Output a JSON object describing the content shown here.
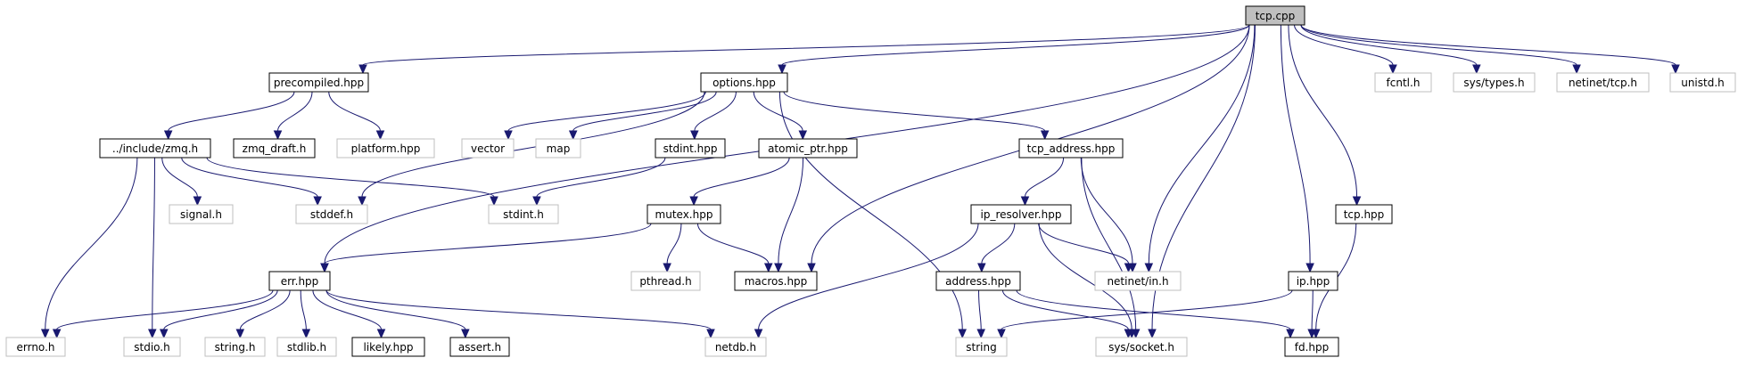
{
  "graph": {
    "root": "tcp.cpp",
    "nodes": [
      {
        "id": "tcp_cpp",
        "label": "tcp.cpp",
        "kind": "root"
      },
      {
        "id": "precompiled_hpp",
        "label": "precompiled.hpp",
        "kind": "primary"
      },
      {
        "id": "options_hpp",
        "label": "options.hpp",
        "kind": "primary"
      },
      {
        "id": "fcntl_h",
        "label": "fcntl.h",
        "kind": "system"
      },
      {
        "id": "sys_types_h",
        "label": "sys/types.h",
        "kind": "system"
      },
      {
        "id": "netinet_tcp_h",
        "label": "netinet/tcp.h",
        "kind": "system"
      },
      {
        "id": "unistd_h",
        "label": "unistd.h",
        "kind": "system"
      },
      {
        "id": "include_zmq_h",
        "label": "../include/zmq.h",
        "kind": "primary"
      },
      {
        "id": "zmq_draft_h",
        "label": "zmq_draft.h",
        "kind": "primary"
      },
      {
        "id": "platform_hpp",
        "label": "platform.hpp",
        "kind": "system"
      },
      {
        "id": "vector",
        "label": "vector",
        "kind": "system"
      },
      {
        "id": "map",
        "label": "map",
        "kind": "system"
      },
      {
        "id": "stdint_hpp",
        "label": "stdint.hpp",
        "kind": "primary"
      },
      {
        "id": "atomic_ptr_hpp",
        "label": "atomic_ptr.hpp",
        "kind": "primary"
      },
      {
        "id": "tcp_address_hpp",
        "label": "tcp_address.hpp",
        "kind": "primary"
      },
      {
        "id": "signal_h",
        "label": "signal.h",
        "kind": "system"
      },
      {
        "id": "stddef_h",
        "label": "stddef.h",
        "kind": "system"
      },
      {
        "id": "stdint_h",
        "label": "stdint.h",
        "kind": "system"
      },
      {
        "id": "mutex_hpp",
        "label": "mutex.hpp",
        "kind": "primary"
      },
      {
        "id": "ip_resolver_hpp",
        "label": "ip_resolver.hpp",
        "kind": "primary"
      },
      {
        "id": "tcp_hpp",
        "label": "tcp.hpp",
        "kind": "primary"
      },
      {
        "id": "err_hpp",
        "label": "err.hpp",
        "kind": "primary"
      },
      {
        "id": "pthread_h",
        "label": "pthread.h",
        "kind": "system"
      },
      {
        "id": "macros_hpp",
        "label": "macros.hpp",
        "kind": "primary"
      },
      {
        "id": "address_hpp",
        "label": "address.hpp",
        "kind": "primary"
      },
      {
        "id": "netinet_in_h",
        "label": "netinet/in.h",
        "kind": "system"
      },
      {
        "id": "ip_hpp",
        "label": "ip.hpp",
        "kind": "primary"
      },
      {
        "id": "errno_h",
        "label": "errno.h",
        "kind": "system"
      },
      {
        "id": "stdio_h",
        "label": "stdio.h",
        "kind": "system"
      },
      {
        "id": "string_h",
        "label": "string.h",
        "kind": "system"
      },
      {
        "id": "stdlib_h",
        "label": "stdlib.h",
        "kind": "system"
      },
      {
        "id": "likely_hpp",
        "label": "likely.hpp",
        "kind": "primary"
      },
      {
        "id": "assert_h",
        "label": "assert.h",
        "kind": "primary"
      },
      {
        "id": "netdb_h",
        "label": "netdb.h",
        "kind": "system"
      },
      {
        "id": "string",
        "label": "string",
        "kind": "system"
      },
      {
        "id": "sys_socket_h",
        "label": "sys/socket.h",
        "kind": "system"
      },
      {
        "id": "fd_hpp",
        "label": "fd.hpp",
        "kind": "primary"
      }
    ],
    "edges": [
      [
        "tcp_cpp",
        "precompiled_hpp"
      ],
      [
        "tcp_cpp",
        "options_hpp"
      ],
      [
        "tcp_cpp",
        "err_hpp"
      ],
      [
        "tcp_cpp",
        "macros_hpp"
      ],
      [
        "tcp_cpp",
        "netinet_in_h"
      ],
      [
        "tcp_cpp",
        "sys_socket_h"
      ],
      [
        "tcp_cpp",
        "ip_hpp"
      ],
      [
        "tcp_cpp",
        "tcp_hpp"
      ],
      [
        "tcp_cpp",
        "fcntl_h"
      ],
      [
        "tcp_cpp",
        "sys_types_h"
      ],
      [
        "tcp_cpp",
        "netinet_tcp_h"
      ],
      [
        "tcp_cpp",
        "unistd_h"
      ],
      [
        "precompiled_hpp",
        "include_zmq_h"
      ],
      [
        "precompiled_hpp",
        "zmq_draft_h"
      ],
      [
        "precompiled_hpp",
        "platform_hpp"
      ],
      [
        "include_zmq_h",
        "signal_h"
      ],
      [
        "include_zmq_h",
        "stddef_h"
      ],
      [
        "include_zmq_h",
        "stdint_h"
      ],
      [
        "include_zmq_h",
        "errno_h"
      ],
      [
        "include_zmq_h",
        "stdio_h"
      ],
      [
        "options_hpp",
        "vector"
      ],
      [
        "options_hpp",
        "map"
      ],
      [
        "options_hpp",
        "stddef_h"
      ],
      [
        "options_hpp",
        "stdint_hpp"
      ],
      [
        "options_hpp",
        "atomic_ptr_hpp"
      ],
      [
        "options_hpp",
        "tcp_address_hpp"
      ],
      [
        "options_hpp",
        "string"
      ],
      [
        "stdint_hpp",
        "stdint_h"
      ],
      [
        "atomic_ptr_hpp",
        "mutex_hpp"
      ],
      [
        "atomic_ptr_hpp",
        "macros_hpp"
      ],
      [
        "mutex_hpp",
        "err_hpp"
      ],
      [
        "mutex_hpp",
        "pthread_h"
      ],
      [
        "mutex_hpp",
        "macros_hpp"
      ],
      [
        "tcp_address_hpp",
        "ip_resolver_hpp"
      ],
      [
        "tcp_address_hpp",
        "netinet_in_h"
      ],
      [
        "tcp_address_hpp",
        "sys_socket_h"
      ],
      [
        "ip_resolver_hpp",
        "address_hpp"
      ],
      [
        "ip_resolver_hpp",
        "netinet_in_h"
      ],
      [
        "ip_resolver_hpp",
        "sys_socket_h"
      ],
      [
        "ip_resolver_hpp",
        "netdb_h"
      ],
      [
        "address_hpp",
        "string"
      ],
      [
        "address_hpp",
        "sys_socket_h"
      ],
      [
        "address_hpp",
        "fd_hpp"
      ],
      [
        "err_hpp",
        "errno_h"
      ],
      [
        "err_hpp",
        "stdio_h"
      ],
      [
        "err_hpp",
        "string_h"
      ],
      [
        "err_hpp",
        "stdlib_h"
      ],
      [
        "err_hpp",
        "likely_hpp"
      ],
      [
        "err_hpp",
        "assert_h"
      ],
      [
        "err_hpp",
        "netdb_h"
      ],
      [
        "tcp_hpp",
        "fd_hpp"
      ],
      [
        "ip_hpp",
        "fd_hpp"
      ],
      [
        "ip_hpp",
        "string"
      ]
    ]
  }
}
